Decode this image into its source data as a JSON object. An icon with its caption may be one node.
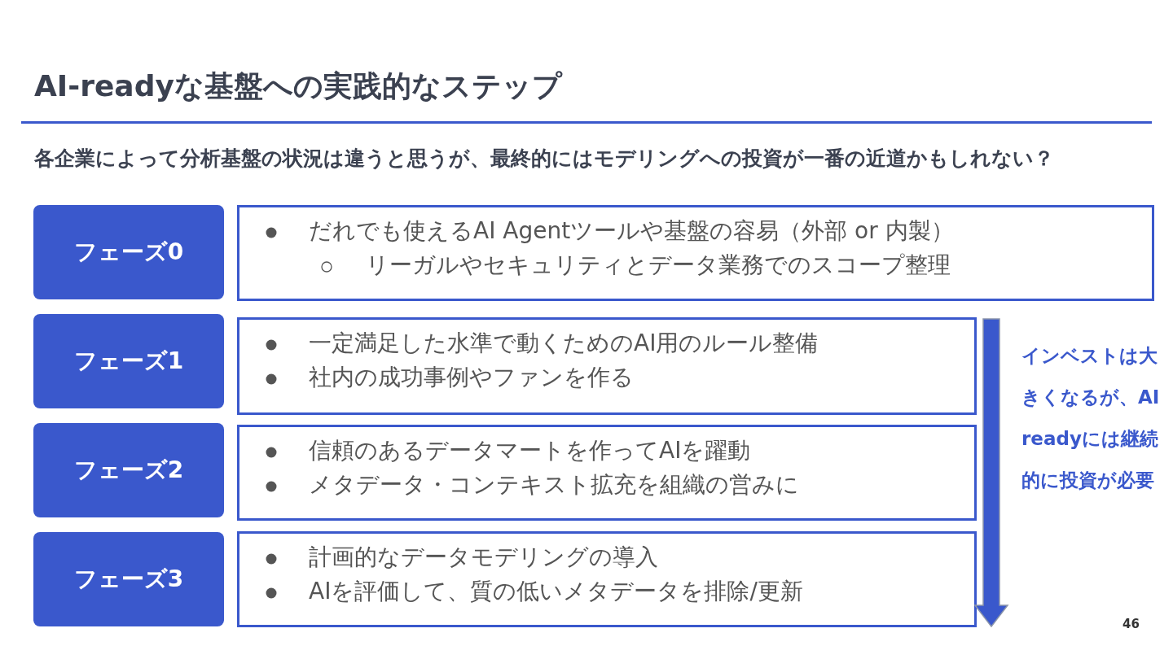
{
  "diagram": {
    "title": "AI-readyな基盤への実践的なステップ",
    "nodes": [
      {
        "text": [
          "フェーズ0"
        ]
      },
      {
        "text": [
          "フェーズ1"
        ]
      },
      {
        "text": [
          "フェーズ2"
        ]
      },
      {
        "text": [
          "フェーズ3"
        ]
      },
      {
        "text": [
          "だれでも使えるAI Agentツールや基盤の容易（外部 or 内製）",
          "リーガルやセキュリティとデータ業務でのスコープ整理"
        ]
      },
      {
        "text": [
          "一定満足した水準で動くためのAI用のルール整備",
          "社内の成功事例やファンを作る"
        ]
      },
      {
        "text": [
          "信頼のあるデータマートを作ってAIを躍動",
          "メタデータ・コンテキスト拡充を組織の営みに"
        ]
      },
      {
        "text": [
          "計画的なデータモデリングの導入",
          "AIを評価して、質の低いメタデータを排除/更新"
        ]
      }
    ],
    "labels": [
      "各企業によって分析基盤の状況は違うと思うが、最終的にはモデリングへの投資が一番の近道かもしれない？",
      "インベストは大きくなるが、AI readyには継続的に投資が必要",
      "46"
    ]
  }
}
